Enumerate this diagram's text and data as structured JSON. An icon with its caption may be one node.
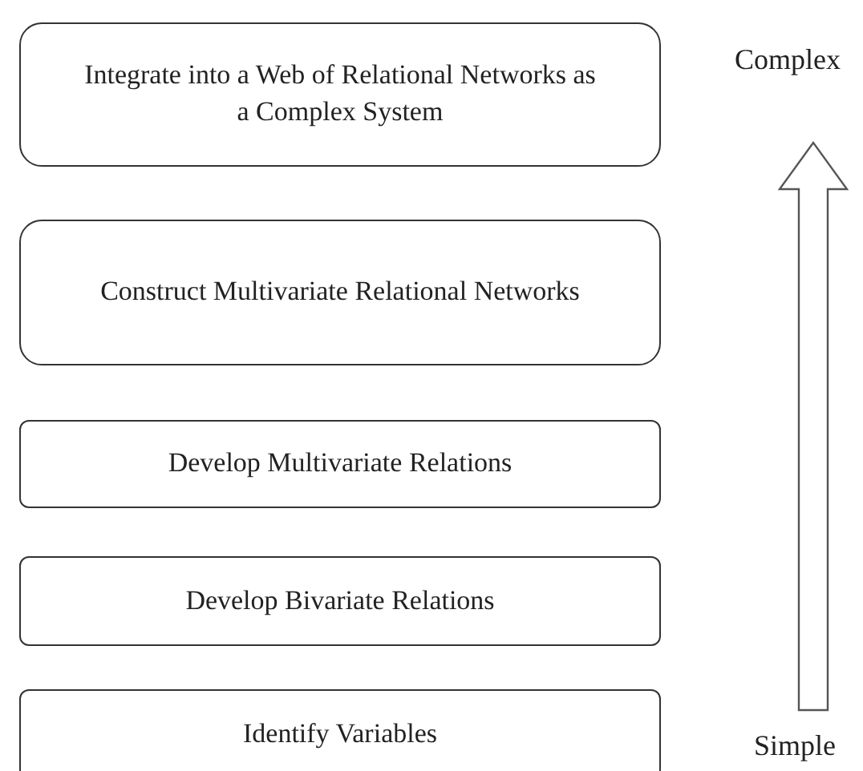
{
  "diagram": {
    "nodes": [
      {
        "text": [
          "Integrate into a Web of Relational Networks as a Complex System"
        ]
      },
      {
        "text": [
          "Construct Multivariate Relational Networks"
        ]
      },
      {
        "text": [
          "Develop Multivariate Relations"
        ]
      },
      {
        "text": [
          "Develop Bivariate Relations"
        ]
      },
      {
        "text": [
          "Identify Variables"
        ]
      }
    ],
    "labels": [
      "Complex",
      "Simple"
    ]
  }
}
